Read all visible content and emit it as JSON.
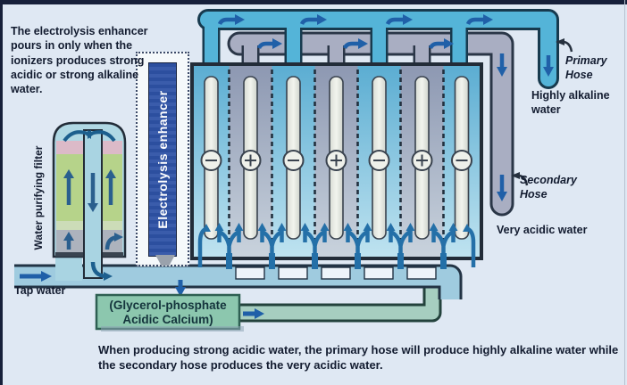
{
  "title": "Water ionizer electrolysis diagram",
  "note_top_left": "The electrolysis enhancer pours in only when the ionizers produces strong acidic or strong alkaline water.",
  "filter": {
    "label": "Water purifying filter"
  },
  "enhancer": {
    "label": "Electrolysis enhancer"
  },
  "tap_water_label": "Tap water",
  "additive_box": {
    "line1": "(Glycerol-phosphate",
    "line2": "Acidic Calcium)"
  },
  "hoses": {
    "primary_label": "Primary Hose",
    "primary_output": "Highly alkaline water",
    "secondary_label": "Secondary Hose",
    "secondary_output": "Very acidic water"
  },
  "caption": "When producing strong acidic water, the primary hose will produce highly alkaline water while the secondary hose produces the very acidic water.",
  "cells": {
    "count": 7,
    "electrode_signs": [
      "minus",
      "plus",
      "minus",
      "plus",
      "minus",
      "plus",
      "minus"
    ]
  },
  "colors": {
    "background": "#dfe8f3",
    "alkaline_pipe": "#54b4d8",
    "acidic_pipe": "#a9aec2",
    "manifold_blue": "#9fcbdf",
    "manifold_green": "#a6cec0",
    "cell_blue": "#63b2d6",
    "cell_gray": "#95a0b8",
    "filter_green": "#b6d38a",
    "filter_pink": "#dcbac8",
    "filter_gray": "#adb3bd",
    "enhancer_bar": "#2c4f9f",
    "additive_box_fill": "#8cc7ae",
    "arrow": "#1f5fa8"
  }
}
